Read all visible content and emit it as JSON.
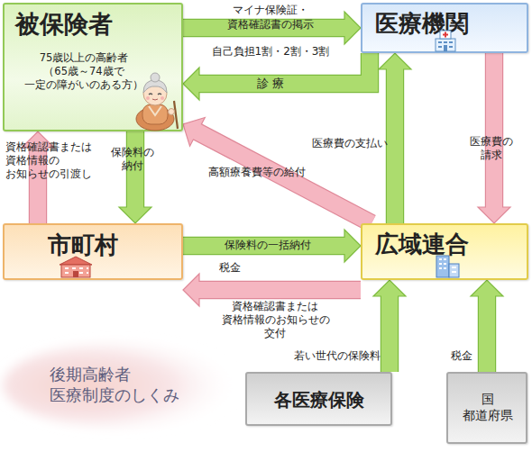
{
  "diagram": {
    "title": "後期高齢者 医療制度のしくみ",
    "nodes": [
      {
        "text": [
          "被保険者",
          "75歳以上の高齢者 （65歳～74歳で 一定の障がいのある方）"
        ]
      },
      {
        "text": [
          "医療機関"
        ]
      },
      {
        "text": [
          "市町村"
        ]
      },
      {
        "text": [
          "広域連合"
        ]
      },
      {
        "text": [
          "各医療保険"
        ]
      },
      {
        "text": [
          "国 都道府県"
        ]
      }
    ],
    "edges": [
      {
        "from": 0,
        "to": 1,
        "label": "マイナ保険証・ 資格確認書の掲示",
        "arrow": "to"
      },
      {
        "from": 1,
        "to": 0,
        "label": "診 療",
        "arrow": "to"
      },
      {
        "from": 0,
        "to": 2,
        "label": "保険料の 納付",
        "arrow": "to"
      },
      {
        "from": 2,
        "to": 0,
        "label": "資格確認書または 資格情報の お知らせの引渡し",
        "arrow": "to"
      },
      {
        "from": 1,
        "to": 3,
        "label": "医療費の 請求",
        "arrow": "to"
      },
      {
        "from": 3,
        "to": 1,
        "label": "医療費の支払い",
        "arrow": "to"
      },
      {
        "from": 3,
        "to": 0,
        "label": "高額療養費等の給付",
        "arrow": "to"
      },
      {
        "from": 2,
        "to": 3,
        "label": "保険料の一括納付",
        "arrow": "to"
      },
      {
        "from": 3,
        "to": 2,
        "label": "資格確認書または 資格情報のお知らせの 交付",
        "arrow": "to"
      },
      {
        "from": 4,
        "to": 3,
        "label": "若い世代の保険料",
        "arrow": "to"
      },
      {
        "from": 5,
        "to": 3,
        "label": "税金",
        "arrow": "to"
      }
    ],
    "labels": [
      "自己負担1割・2割・3割",
      "税金"
    ]
  }
}
